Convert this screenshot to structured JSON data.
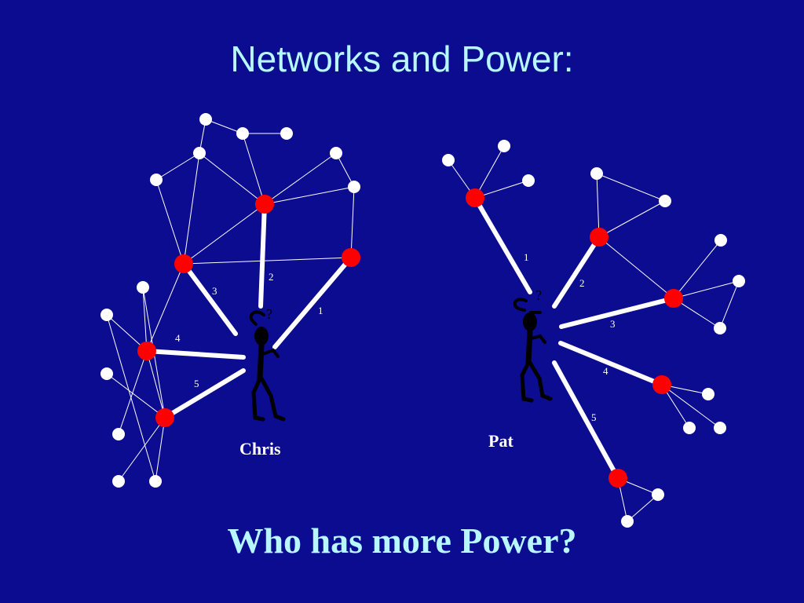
{
  "title": "Networks and Power:",
  "question": "Who has more Power?",
  "colors": {
    "background": "#0b0c8f",
    "title_text": "#b7f7ff",
    "contact_node": "#ff0000",
    "peripheral_node": "#ffffff",
    "edge": "#ffffff"
  },
  "people": {
    "chris": {
      "name": "Chris",
      "icon": "stick-figure-thinking-icon",
      "mark": "?",
      "tie_numbers": [
        "1",
        "2",
        "3",
        "4",
        "5"
      ]
    },
    "pat": {
      "name": "Pat",
      "icon": "stick-figure-thinking-icon",
      "mark": "?",
      "tie_numbers": [
        "1",
        "2",
        "3",
        "4",
        "5"
      ]
    }
  }
}
